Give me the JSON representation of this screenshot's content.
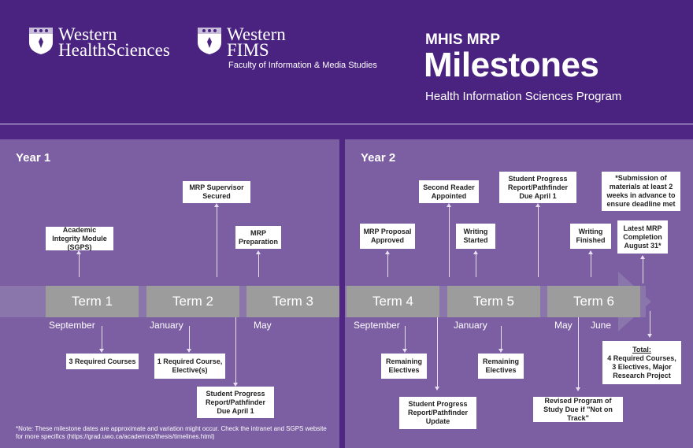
{
  "header": {
    "logo1": {
      "line1": "Western",
      "line2": "HealthSciences"
    },
    "logo2": {
      "line1": "Western",
      "line2": "FIMS",
      "subtitle": "Faculty of Information & Media Studies"
    },
    "eyebrow": "MHIS MRP",
    "title": "Milestones",
    "program": "Health Information Sciences Program"
  },
  "years": {
    "year1": "Year 1",
    "year2": "Year 2"
  },
  "terms": [
    "Term 1",
    "Term 2",
    "Term 3",
    "Term 4",
    "Term 5",
    "Term 6"
  ],
  "months": {
    "september1": "September",
    "january1": "January",
    "may1": "May",
    "september2": "September",
    "january2": "January",
    "may2": "May",
    "june2": "June"
  },
  "milestones_above": {
    "academic_integrity": "Academic Integrity Module (SGPS)",
    "supervisor_secured": "MRP Supervisor Secured",
    "mrp_preparation": "MRP Preparation",
    "proposal_approved": "MRP Proposal Approved",
    "second_reader": "Second Reader Appointed",
    "writing_started": "Writing Started",
    "progress_report_2": "Student Progress Report/Pathfinder Due April 1",
    "writing_finished": "Writing Finished",
    "submission_note": "*Submission of materials at least 2 weeks in advance to ensure deadline met",
    "latest_completion": "Latest MRP Completion August 31*"
  },
  "milestones_below": {
    "required_courses_3": "3 Required Courses",
    "required_elective": "1 Required Course, Elective(s)",
    "progress_report_1": "Student Progress Report/Pathfinder Due April 1",
    "remaining_electives_4": "Remaining Electives",
    "progress_update": "Student Progress Report/Pathfinder Update",
    "remaining_electives_5": "Remaining Electives",
    "revised_program": "Revised Program of Study Due if \"Not on Track\"",
    "total_label": "Total:",
    "total_detail": "4 Required Courses, 3 Electives, Major Research Project"
  },
  "note": "*Note: These milestone dates are approximate and variation might occur. Check the intranet and SGPS website for more specifics (https://grad.uwo.ca/academics/thesis/timelines.html)",
  "colors": {
    "purple": "#4f2683",
    "panel": "#7c5ea3",
    "term": "#9c9c9c",
    "band": "#8b76ab"
  }
}
